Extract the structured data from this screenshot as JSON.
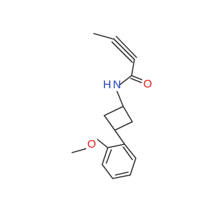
{
  "molecule": {
    "atoms": [
      {
        "id": "NH",
        "label": "N",
        "suffix": "H",
        "color": "#1f3fc6"
      },
      {
        "id": "O_carbonyl",
        "label": "O",
        "color": "#e02020"
      },
      {
        "id": "O_methoxy",
        "label": "O",
        "color": "#e02020"
      }
    ],
    "bond_color": "#333333"
  }
}
